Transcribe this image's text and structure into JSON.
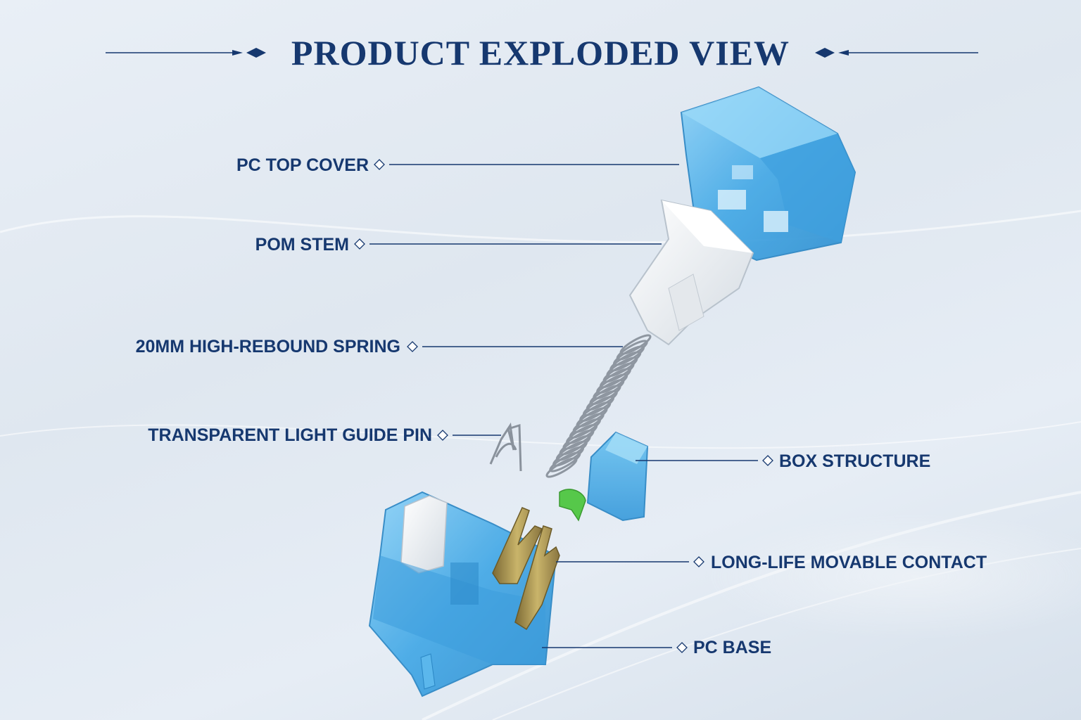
{
  "title": "PRODUCT EXPLODED VIEW",
  "callouts": [
    {
      "id": "pc-top-cover",
      "label": "PC TOP COVER"
    },
    {
      "id": "pom-stem",
      "label": "POM STEM"
    },
    {
      "id": "spring",
      "label": "20MM HIGH-REBOUND SPRING"
    },
    {
      "id": "light-guide-pin",
      "label": "TRANSPARENT LIGHT GUIDE PIN"
    },
    {
      "id": "box-structure",
      "label": "BOX STRUCTURE"
    },
    {
      "id": "movable-contact",
      "label": "LONG-LIFE MOVABLE CONTACT"
    },
    {
      "id": "pc-base",
      "label": "PC BASE"
    }
  ],
  "colors": {
    "text": "#16386f",
    "housing_blue": "#4fb3ea",
    "stem_white": "#f2f4f6",
    "contact_gold": "#a8924a",
    "slider_green": "#56c84a"
  }
}
